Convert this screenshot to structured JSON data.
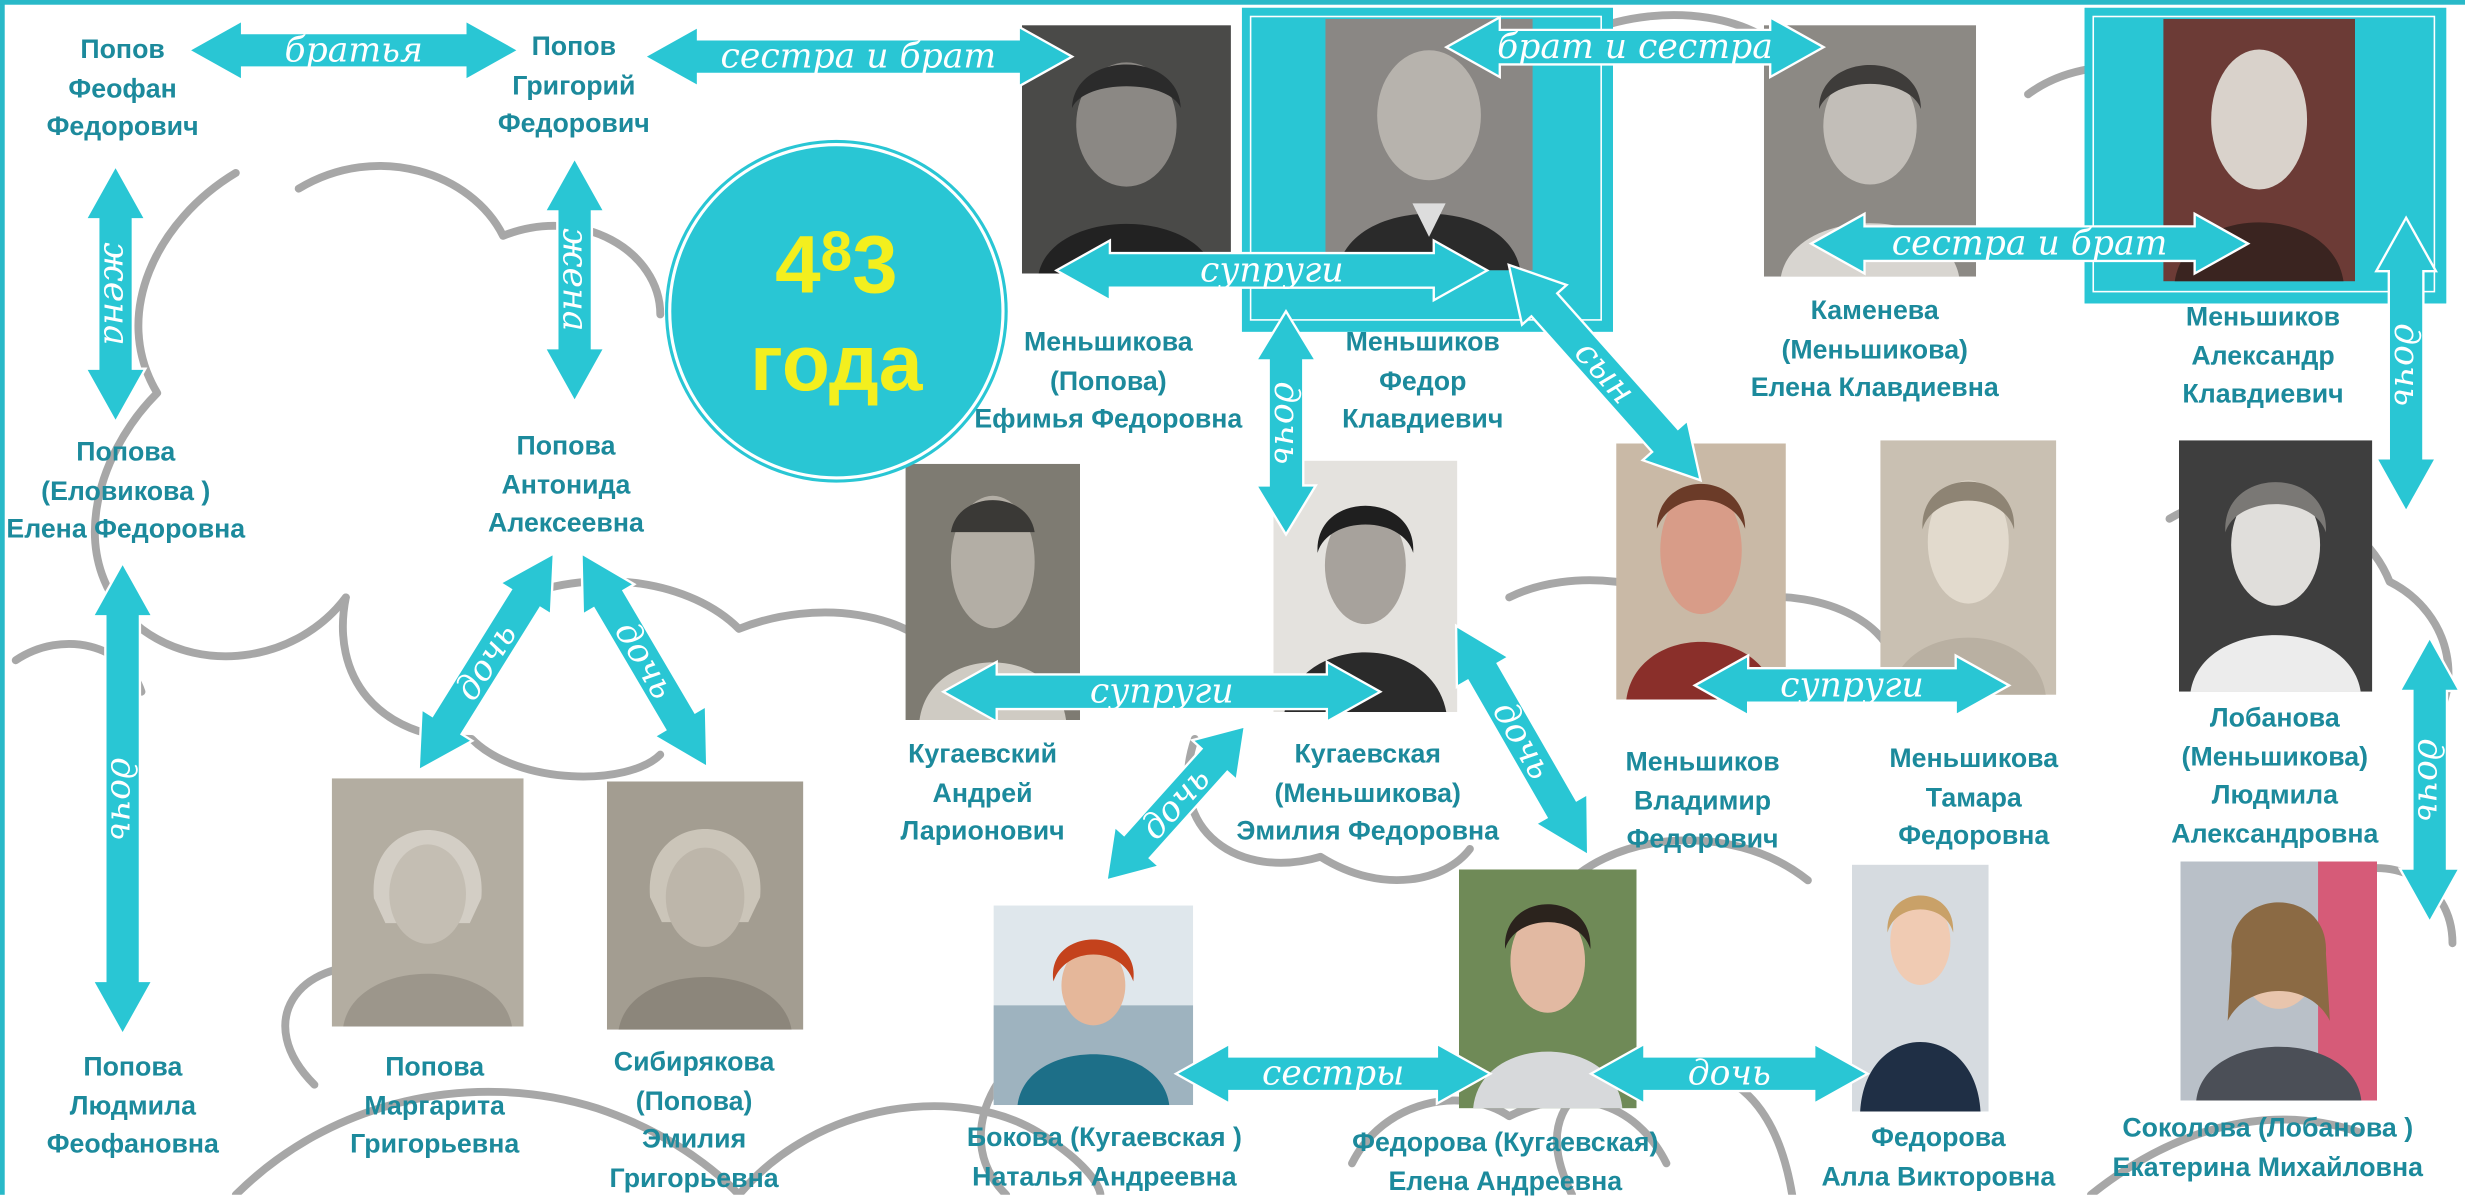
{
  "badge": {
    "num_a": "4",
    "num_b": "8",
    "num_c": "3",
    "word": "года"
  },
  "people": {
    "feofan": [
      "Попов",
      "Феофан",
      "Федорович"
    ],
    "grigory": [
      "Попов",
      "Григорий",
      "Федорович"
    ],
    "elena_p": [
      "Попова",
      "(Еловикова )",
      "Елена Федоровна"
    ],
    "antonida": [
      "Попова",
      "Антонида",
      "Алексеевна"
    ],
    "lyudmila_p": [
      "Попова",
      "Людмила",
      "Феофановна"
    ],
    "margarita": [
      "Попова",
      "Маргарита",
      "Григорьевна"
    ],
    "emilia_s": [
      "Сибирякова",
      "(Попова)",
      "Эмилия",
      "Григорьевна"
    ],
    "efimya": [
      "Меньшикова",
      "(Попова)",
      "Ефимья Федоровна"
    ],
    "fedor": [
      "Меньшиков",
      "Федор",
      "Клавдиевич"
    ],
    "elena_k": [
      "Каменева",
      "(Меньшикова)",
      "Елена Клавдиевна"
    ],
    "alexandr": [
      "Меньшиков",
      "Александр",
      "Клавдиевич"
    ],
    "andrey": [
      "Кугаевский",
      "Андрей",
      "Ларионович"
    ],
    "emilia_k": [
      "Кугаевская",
      "(Меньшикова)",
      "Эмилия Федоровна"
    ],
    "vladimir": [
      "Меньшиков",
      "Владимир",
      "Федорович"
    ],
    "tamara": [
      "Меньшикова",
      "Тамара",
      "Федоровна"
    ],
    "lyudmila_l": [
      "Лобанова",
      "(Меньшикова)",
      "Людмила",
      "Александровна"
    ],
    "natalia": [
      "Бокова (Кугаевская )",
      "Наталья Андреевна"
    ],
    "elena_f": [
      "Федорова (Кугаевская)",
      "Елена Андреевна"
    ],
    "alla": [
      "Федорова",
      "Алла Викторовна"
    ],
    "ekaterina": [
      "Соколова  (Лобанова )",
      "Екатерина Михайловна"
    ]
  },
  "relations": {
    "brothers": "братья",
    "sister_brother_top": "сестра и брат",
    "brother_sister": "брат и сестра",
    "spouses_top": "супруги",
    "sister_brother_right": "сестра и брат",
    "wife_left": "жена",
    "wife_mid": "жена",
    "daughter_fedor": "дочь",
    "son": "сын",
    "daughter_alex": "дочь",
    "daughter_elena_p": "дочь",
    "daughter_antonida_1": "дочь",
    "daughter_antonida_2": "дочь",
    "spouses_kug": "супруги",
    "spouses_men": "супруги",
    "daughter_emilia_1": "дочь",
    "daughter_emilia_2": "дочь",
    "daughter_lyudmila": "дочь",
    "sisters": "сестры",
    "daughter_elena_f": "дочь"
  },
  "colors": {
    "accent": "#29c6d4",
    "name_text": "#1c8a9c",
    "badge_text": "#f3ef1e"
  }
}
